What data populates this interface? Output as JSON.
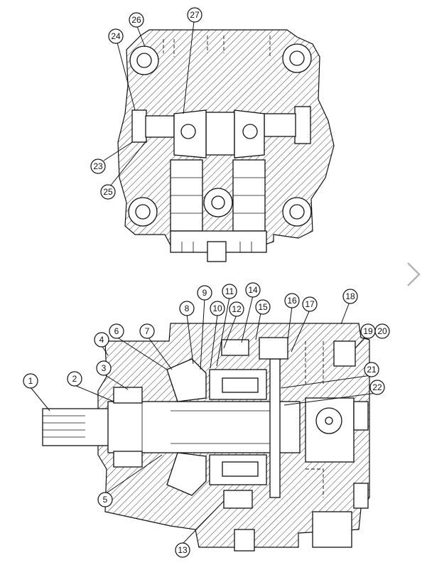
{
  "diagram": {
    "top_view_labels": [
      "26",
      "27",
      "24",
      "23",
      "25"
    ],
    "bottom_view_labels": [
      "1",
      "2",
      "3",
      "4",
      "5",
      "6",
      "7",
      "8",
      "9",
      "10",
      "11",
      "12",
      "13",
      "14",
      "15",
      "16",
      "17",
      "18",
      "19",
      "20",
      "21",
      "22"
    ]
  },
  "navigation": {
    "next_icon": "chevron-right-icon"
  }
}
